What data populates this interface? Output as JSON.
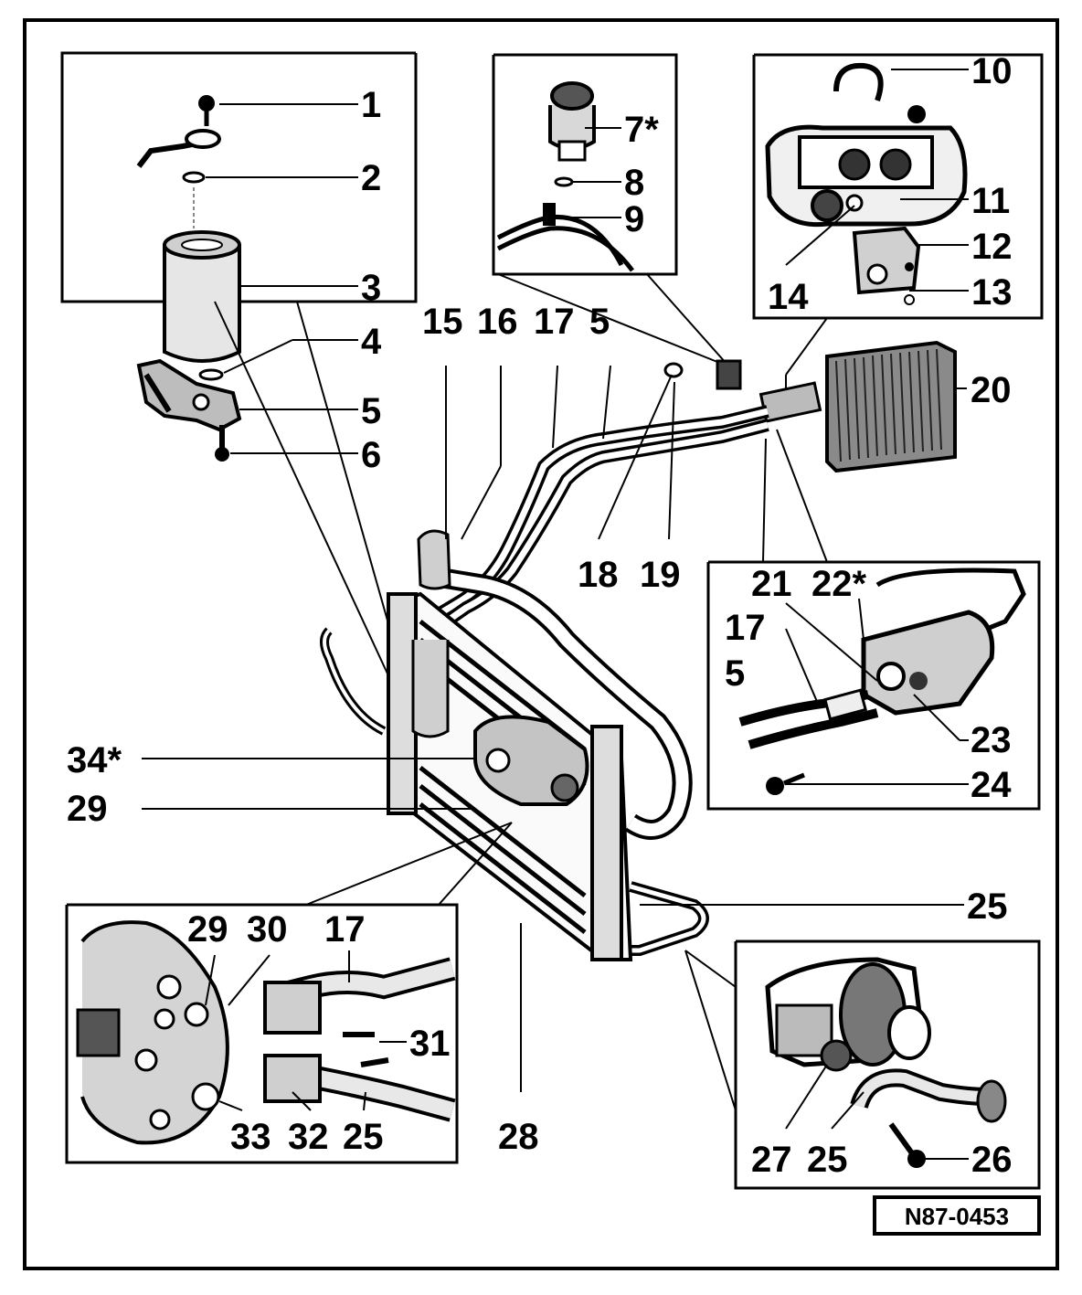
{
  "diagram": {
    "reference": "N87-0453",
    "callouts": {
      "c1": "1",
      "c2": "2",
      "c3": "3",
      "c4": "4",
      "c5a": "5",
      "c6": "6",
      "c7": "7*",
      "c8": "8",
      "c9": "9",
      "c10": "10",
      "c11": "11",
      "c12": "12",
      "c13": "13",
      "c14": "14",
      "c15": "15",
      "c16": "16",
      "c17a": "17",
      "c5b": "5",
      "c18": "18",
      "c19": "19",
      "c20": "20",
      "c21": "21",
      "c22": "22*",
      "c17b": "17",
      "c5c": "5",
      "c23": "23",
      "c24": "24",
      "c34": "34*",
      "c29a": "29",
      "c25a": "25",
      "c29b": "29",
      "c30": "30",
      "c17c": "17",
      "c31": "31",
      "c33": "33",
      "c32": "32",
      "c25b": "25",
      "c28": "28",
      "c27": "27",
      "c25c": "25",
      "c26": "26"
    }
  }
}
